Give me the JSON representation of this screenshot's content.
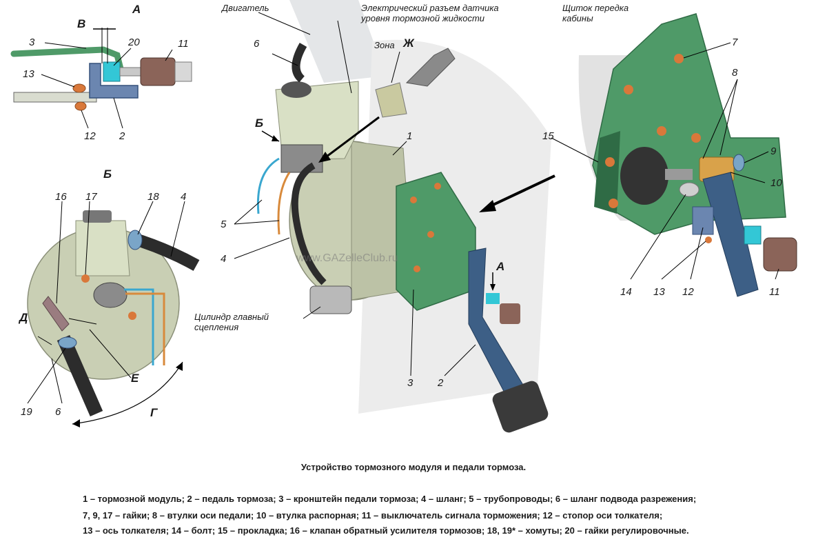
{
  "colors": {
    "bracket_green": "#4f9a68",
    "bracket_dark": "#2f6b45",
    "pedal_blue": "#3d5f86",
    "booster_gray": "#c9cfb4",
    "reservoir": "#d9e0c5",
    "hose_black": "#2c2c2c",
    "nut_orange": "#d9783a",
    "pipe_blue": "#3aa7cf",
    "pipe_orange": "#d88a3c",
    "switch_brown": "#8b6459",
    "cyan_nut": "#33c7d6"
  },
  "view_labels": {
    "a": "А",
    "b": "Б",
    "v": "В",
    "g": "Г",
    "d": "Д",
    "e": "Е",
    "zh_zone_prefix": "Зона",
    "zh": "Ж",
    "a_arrow": "А",
    "b_arrow": "Б"
  },
  "notes": {
    "engine": "Двигатель",
    "sensor_line1": "Электрический разъем датчика",
    "sensor_line2": "уровня тормозной жидкости",
    "dash_line1": "Щиток передка",
    "dash_line2": "кабины",
    "clutch_line1": "Цилиндр главный",
    "clutch_line2": "сцепления"
  },
  "numbers": {
    "inset_a": {
      "n3": "3",
      "n20": "20",
      "n11": "11",
      "n13": "13",
      "n12": "12",
      "n2": "2"
    },
    "inset_b": {
      "n16": "16",
      "n17": "17",
      "n18": "18",
      "n4": "4",
      "n19": "19",
      "n6": "6"
    },
    "main": {
      "n6": "6",
      "n1": "1",
      "n5": "5",
      "n4": "4",
      "n3": "3",
      "n2": "2"
    },
    "detail": {
      "n7": "7",
      "n8": "8",
      "n15": "15",
      "n9": "9",
      "n10": "10",
      "n14": "14",
      "n13": "13",
      "n12": "12",
      "n11": "11"
    }
  },
  "watermark": "www.GAZelleClub.ru",
  "caption": "Устройство тормозного модуля и педали тормоза.",
  "legend": [
    "1 – тормозной модуль; 2 – педаль тормоза; 3 – кронштейн педали тормоза; 4 – шланг; 5 – трубопроводы; 6 – шланг подвода разрежения;",
    "7, 9, 17 – гайки; 8 – втулки оси педали; 10 – втулка распорная; 11 – выключатель сигнала торможения; 12 – стопор оси толкателя;",
    "13 – ось толкателя; 14 – болт; 15 – прокладка; 16 – клапан обратный усилителя тормозов; 18, 19* – хомуты; 20 – гайки регулировочные."
  ]
}
